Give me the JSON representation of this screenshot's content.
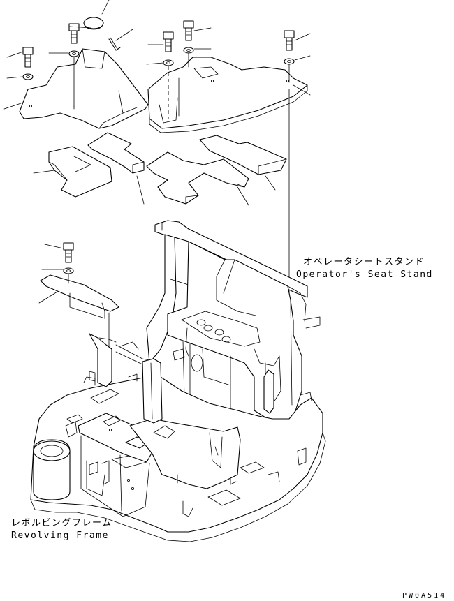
{
  "labels": {
    "seat_stand_jp": "オペレータシートスタンド",
    "seat_stand_en": "Operator's Seat Stand",
    "frame_jp": "レボルビングフレーム",
    "frame_en": "Revolving Frame"
  },
  "drawing_code": "PW0A514"
}
